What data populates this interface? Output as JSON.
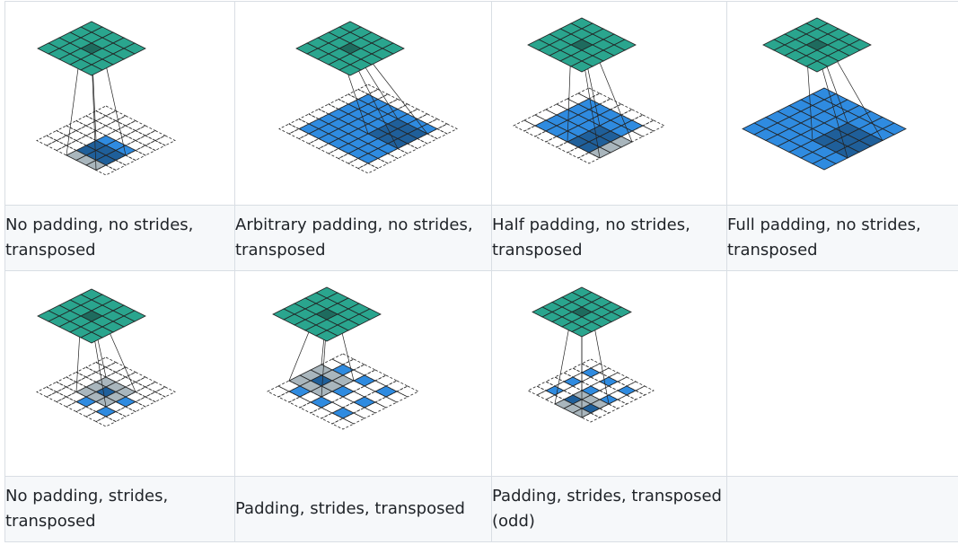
{
  "captions": {
    "r1c1": "No padding, no strides, transposed",
    "r1c2": "Arbitrary padding, no strides, transposed",
    "r1c3": "Half padding, no strides, transposed",
    "r1c4": "Full padding, no strides, transposed",
    "r2c1": "No padding, strides, transposed",
    "r2c2": "Padding, strides, transposed",
    "r2c3": "Padding, strides, transposed (odd)",
    "r2c4": ""
  },
  "colors": {
    "teal": "#2aa58e",
    "teal_dark": "#1e6b5e",
    "blue": "#2f8be0",
    "blue_dark": "#1f5f9a",
    "gray": "#a9b6bd",
    "line": "#222222"
  }
}
